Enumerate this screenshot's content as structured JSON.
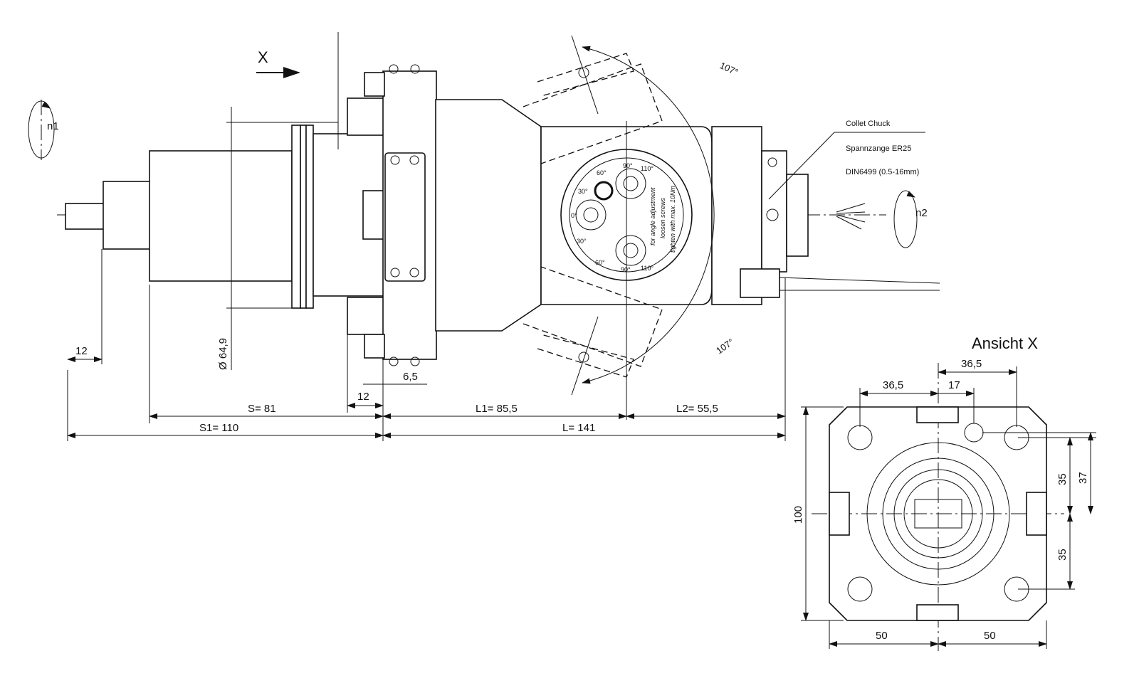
{
  "view_arrow": {
    "label": "X"
  },
  "rotation": {
    "input": "n1",
    "output": "n2"
  },
  "collet": {
    "line1": "Collet Chuck",
    "line2": "Spannzange ER25",
    "line3": "DIN6499 (0.5-16mm)"
  },
  "dial": {
    "ticks": [
      "110°",
      "90°",
      "60°",
      "30°",
      "0°",
      "30°",
      "60°",
      "90°",
      "110°"
    ],
    "note1": "for angle adjustment",
    "note2": "loosen screws",
    "note3": "tighten with max. 10Nm"
  },
  "angles": {
    "top": "107°",
    "bottom": "107°"
  },
  "dims": {
    "shaft": "12",
    "diameter": "Ø 64,9",
    "flange": "12",
    "offset": "6,5",
    "S": "S=  81",
    "S1": "S1=  110",
    "L1": "L1=  85,5",
    "L": "L=  141",
    "L2": "L2=  55,5"
  },
  "view_x": {
    "title": "Ansicht X",
    "d_top_left": "36,5",
    "d_top_right": "36,5",
    "d_17": "17",
    "d_35_top": "35",
    "d_37": "37",
    "d_35_bottom": "35",
    "d_100": "100",
    "d_50_left": "50",
    "d_50_right": "50"
  }
}
